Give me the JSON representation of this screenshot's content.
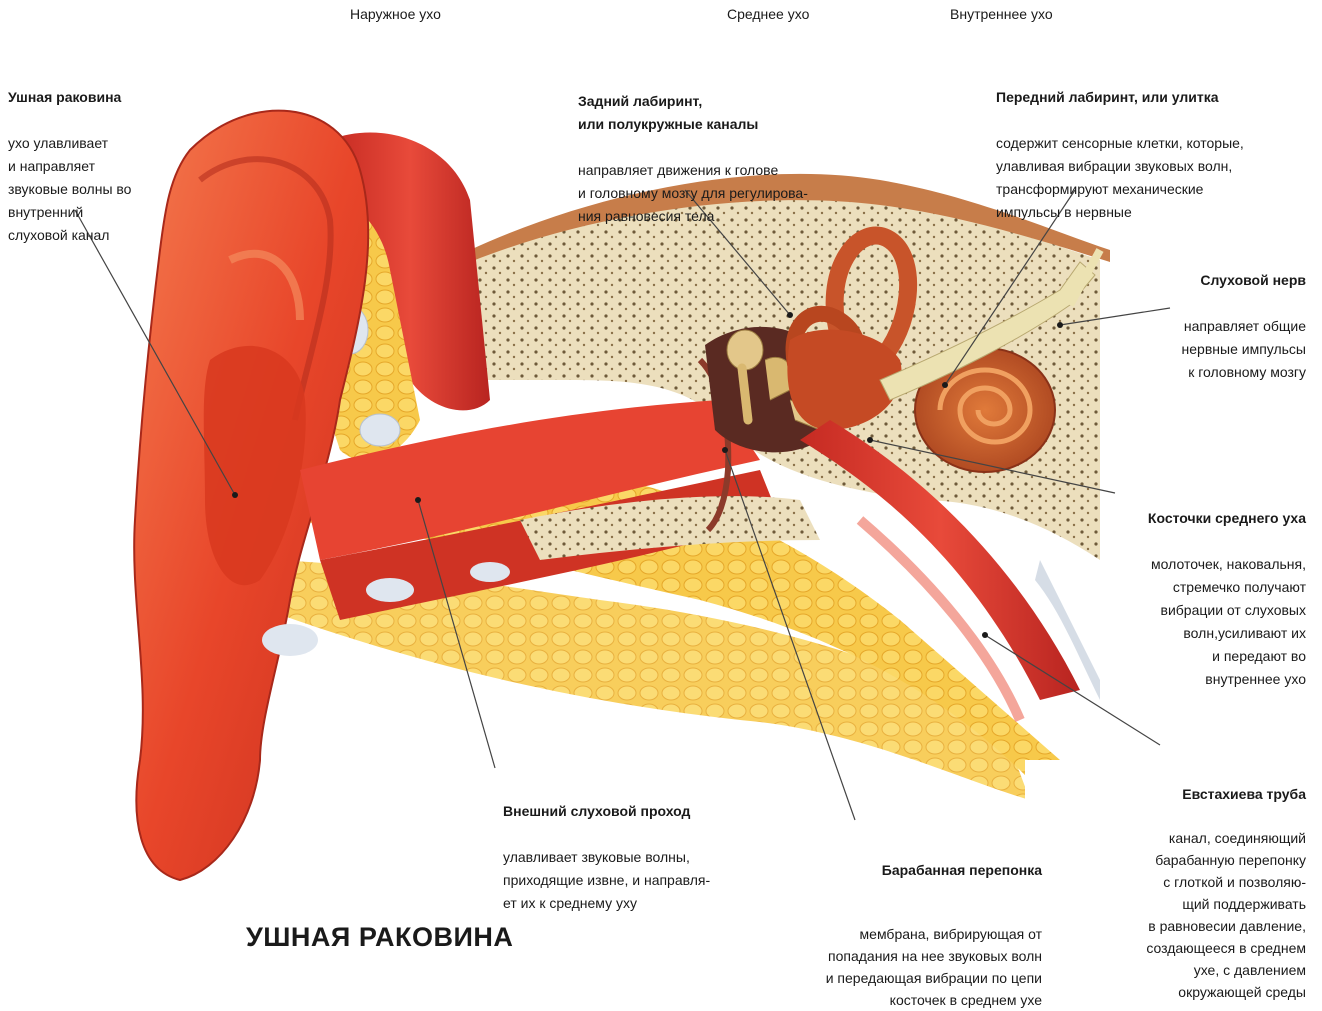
{
  "sections": {
    "outer": "Наружное ухо",
    "middle": "Среднее ухо",
    "inner": "Внутреннее ухо"
  },
  "title": "УШНАЯ РАКОВИНА",
  "labels": {
    "auricle": {
      "heading": "Ушная раковина",
      "body": "ухо улавливает\nи направляет\nзвуковые волны во\nвнутренний\nслуховой канал"
    },
    "posterior_labyrinth": {
      "heading": "Задний лабиринт,\nили полукружные каналы",
      "body": "направляет движения к голове\nи головному мозгу для регулирова-\nния равновесия тела"
    },
    "anterior_labyrinth": {
      "heading": "Передний лабиринт, или улитка",
      "body": "содержит сенсорные клетки, которые,\nулавливая вибрации звуковых волн,\nтрансформируют механические\nимпульсы в нервные"
    },
    "auditory_nerve": {
      "heading": "Слуховой нерв",
      "body": "направляет общие\nнервные импульсы\nк головному мозгу"
    },
    "ossicles": {
      "heading": "Косточки среднего уха",
      "body": "молоточек, наковальня,\nстремечко получают\nвибрации от слуховых\nволн,усиливают их\nи передают во\nвнутреннее ухо"
    },
    "ear_canal": {
      "heading": "Внешний слуховой проход",
      "body": "улавливает звуковые волны,\nприходящие извне, и направля-\nет их к среднему уху"
    },
    "eardrum": {
      "heading": "Барабанная перепонка",
      "body": "мембрана, вибрирующая от\nпопадания на нее звуковых волн\nи передающая вибрации по цепи\nкосточек в среднем ухе"
    },
    "eustachian_tube": {
      "heading": "Евстахиева труба",
      "body": "канал, соединяющий\nбарабанную перепонку\nс глоткой и позволяю-\nщий поддерживать\nв равновесии давление,\nсоздающееся в среднем\nухе, с давлением\nокружающей среды"
    }
  },
  "colors": {
    "outer_ear": "#e8452a",
    "outer_ear_light": "#f26a40",
    "fat_tissue": "#f5c542",
    "bone": "#e9dcb8",
    "bone_dots": "#6b5a3c",
    "muscle": "#d9342b",
    "cartilage": "#dfe6ef",
    "inner_ear": "#c8542a",
    "nerve": "#e9e0b0",
    "leader": "#444444"
  }
}
